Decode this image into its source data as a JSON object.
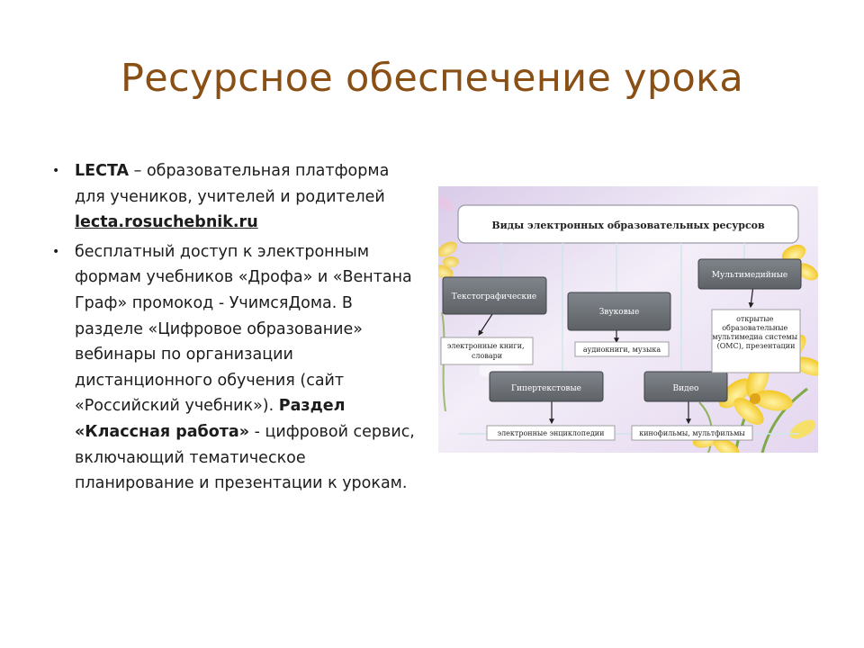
{
  "slide": {
    "title": "Ресурсное обеспечение урока",
    "bullets": [
      {
        "lead_bold": "LECTA",
        "text_before_link": " – образовательная платформа для учеников, учителей и родителей ",
        "link_text": "lecta.rosuchebnik.ru"
      },
      {
        "text_part1": "бесплатный доступ к электронным формам учебников «Дрофа» и «Вентана Граф» промокод - УчимсяДома.  В разделе «Цифровое образование» вебинары по организации дистанционного обучения (сайт «Российский учебник»).  ",
        "bold_part": "Раздел «Классная работа»",
        "text_part2": " -  цифровой сервис, включающий тематическое планирование и презентации к урокам."
      }
    ]
  },
  "diagram": {
    "header": "Виды электронных образовательных ресурсов",
    "categories": [
      {
        "label": "Текстографические",
        "desc": "электронные книги, словари"
      },
      {
        "label": "Звуковые",
        "desc": "аудиокниги, музыка"
      },
      {
        "label": "Мультимедийные",
        "desc": "открытые образовательные мультимедиа системы (ОМС), презентации"
      },
      {
        "label": "Гипертекстовые",
        "desc": "электронные энциклопедии"
      },
      {
        "label": "Видео",
        "desc": "кинофильмы, мультфильмы"
      }
    ],
    "colors": {
      "box_fill": "#6f7378",
      "box_text": "#ffffff",
      "background": "#e9e1f3",
      "petal": "#f4d23a",
      "title_color": "#8a4f14"
    }
  }
}
